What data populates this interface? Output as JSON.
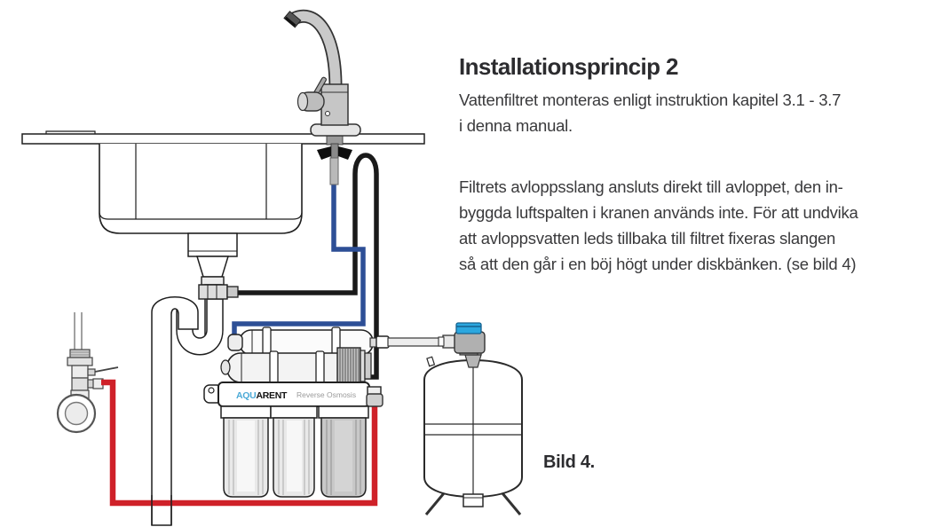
{
  "text_block": {
    "title": "Installationsprincip 2",
    "para1_lines": [
      "Vattenfiltret monteras enligt instruktion kapitel 3.1 - 3.7",
      "i denna manual."
    ],
    "para2_lines": [
      "Filtrets avloppsslang ansluts direkt till avloppet, den in-",
      "byggda luftspalten i kranen används inte. För att undvika",
      "att avloppsvatten leds tillbaka till filtret fixeras slangen",
      "så att den går i en böj högt under diskbänken. (se bild 4)"
    ]
  },
  "figure": {
    "caption": "Bild 4.",
    "filter_brand": "AQUARENT",
    "brand_accent": "AQU",
    "brand_rest": "ARENT",
    "filter_label": "Reverse Osmosis"
  },
  "colors": {
    "feed_tube": "#cf2129",
    "drain_tube": "#1a1a1a",
    "filtered_tube": "#2d4f96",
    "tank_valve": "#2ba7df",
    "brand_accent": "#4aa9d6",
    "outline": "#222222"
  }
}
